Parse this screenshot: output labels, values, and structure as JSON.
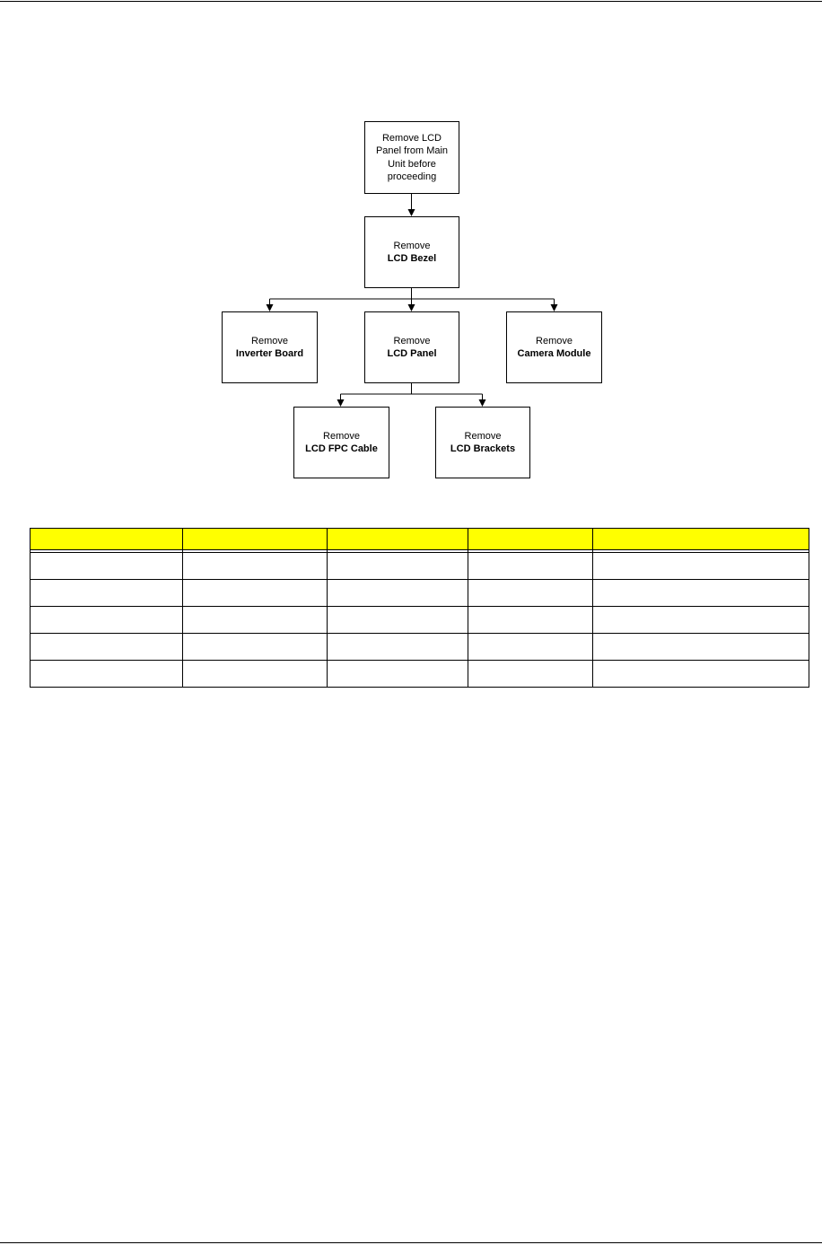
{
  "flowchart": {
    "start": {
      "lines": [
        "Remove LCD",
        "Panel from Main",
        "Unit before",
        "proceeding"
      ]
    },
    "bezel": {
      "action": "Remove",
      "target": "LCD Bezel"
    },
    "inverter": {
      "action": "Remove",
      "target": "Inverter Board"
    },
    "panel": {
      "action": "Remove",
      "target": "LCD Panel"
    },
    "camera": {
      "action": "Remove",
      "target": "Camera Module"
    },
    "fpc": {
      "action": "Remove",
      "target": "LCD FPC Cable"
    },
    "brackets": {
      "action": "Remove",
      "target": "LCD Brackets"
    }
  },
  "table": {
    "header_color": "#ffff00",
    "headers": [
      "",
      "",
      "",
      "",
      ""
    ],
    "rows": [
      [
        "",
        "",
        "",
        "",
        ""
      ],
      [
        "",
        "",
        "",
        "",
        ""
      ],
      [
        "",
        "",
        "",
        "",
        ""
      ],
      [
        "",
        "",
        "",
        "",
        ""
      ],
      [
        "",
        "",
        "",
        "",
        ""
      ]
    ]
  }
}
